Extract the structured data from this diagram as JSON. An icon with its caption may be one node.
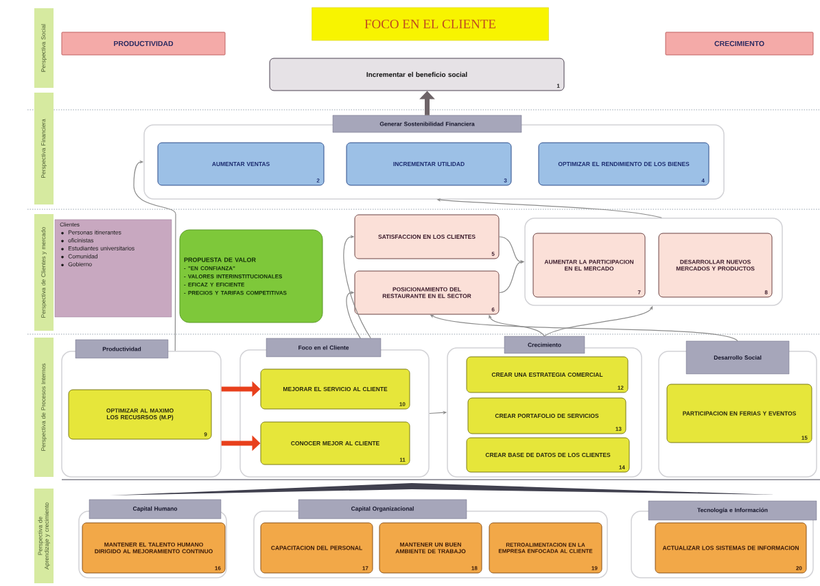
{
  "diagram": {
    "title": "FOCO EN EL CLIENTE",
    "nodes": [
      {
        "text": [
          "Perspectiva Social"
        ]
      },
      {
        "text": [
          "PRODUCTIVIDAD"
        ]
      },
      {
        "text": [
          "CRECIMIENTO"
        ]
      },
      {
        "text": [
          "Incrementar el beneficio social",
          "1"
        ]
      },
      {
        "text": [
          "Perspectiva Financiera"
        ]
      },
      {
        "text": [
          "Generar Sostenibilidad Financiera"
        ]
      },
      {
        "text": [
          "AUMENTAR VENTAS",
          "2"
        ],
        "in": 5
      },
      {
        "text": [
          "INCREMENTAR UTILIDAD",
          "3"
        ],
        "in": 5
      },
      {
        "text": [
          "OPTIMIZAR EL RENDIMIENTO DE LOS BIENES",
          "4"
        ],
        "in": 5
      },
      {
        "text": [
          "Perspectiva de Clientes y mercado"
        ]
      },
      {
        "text": [
          "Clientes",
          "Personas itinerantes",
          "oficinistas",
          "Estudiantes universitarios",
          "Comunidad",
          "Gobierno"
        ]
      },
      {
        "text": [
          "PROPUESTA DE VALOR",
          "- \"EN CONFIANZA\"",
          "- VALORES INTERINSTITUCIONALES",
          "- EFICAZ Y EFICIENTE",
          "- PRECIOS Y TARIFAS COMPETITIVAS"
        ]
      },
      {
        "text": [
          "SATISFACCION EN LOS CLIENTES",
          "5"
        ]
      },
      {
        "text": [
          "POSICIONAMIENTO DEL RESTAURANTE EN EL SECTOR",
          "6"
        ]
      },
      {
        "text": [],
        "shape": "box"
      },
      {
        "text": [
          "AUMENTAR LA PARTICIPACION EN EL MERCADO",
          "7"
        ],
        "in": 14
      },
      {
        "text": [
          "DESARROLLAR NUEVOS MERCADOS Y PRODUCTOS",
          "8"
        ],
        "in": 14
      },
      {
        "text": [
          "Perspectiva de Procesos Internos"
        ]
      },
      {
        "text": [
          "Productividad"
        ]
      },
      {
        "text": [
          "OPTIMIZAR AL MAXIMO LOS RECUSRSOS (M.P)",
          "9"
        ],
        "in": 18
      },
      {
        "text": [
          "Foco en el Cliente"
        ]
      },
      {
        "text": [
          "MEJORAR EL SERVICIO AL CLIENTE",
          "10"
        ],
        "in": 20
      },
      {
        "text": [
          "CONOCER MEJOR AL CLIENTE",
          "11"
        ],
        "in": 20
      },
      {
        "text": [
          "Crecimiento"
        ]
      },
      {
        "text": [
          "CREAR UNA ESTRATEGIA COMERCIAL",
          "12"
        ],
        "in": 23
      },
      {
        "text": [
          "CREAR PORTAFOLIO DE SERVICIOS",
          "13"
        ],
        "in": 23
      },
      {
        "text": [
          "CREAR BASE DE DATOS DE LOS CLIENTES",
          "14"
        ],
        "in": 23
      },
      {
        "text": [
          "Desarrollo Social"
        ]
      },
      {
        "text": [
          "PARTICIPACION EN FERIAS Y EVENTOS",
          "15"
        ],
        "in": 27
      },
      {
        "text": [
          "Perspectiva de Aprendizaje y crecimiento"
        ]
      },
      {
        "text": [
          "Capital Humano"
        ]
      },
      {
        "text": [
          "MANTENER EL TALENTO HUMANO DIRIGIDO AL MEJORAMIENTO CONTINUO",
          "16"
        ],
        "in": 30
      },
      {
        "text": [
          "Capital Organizacional"
        ]
      },
      {
        "text": [
          "CAPACITACION DEL PERSONAL",
          "17"
        ],
        "in": 32
      },
      {
        "text": [
          "MANTENER UN BUEN AMBIENTE DE TRABAJO",
          "18"
        ],
        "in": 32
      },
      {
        "text": [
          "RETROALIMENTACION EN LA EMPRESA ENFOCADA AL CLIENTE",
          "19"
        ],
        "in": 32
      },
      {
        "text": [
          "Tecnología e Información"
        ]
      },
      {
        "text": [
          "ACTUALIZAR LOS SISTEMAS DE INFORMACION",
          "20"
        ],
        "in": 36
      }
    ],
    "edges": [
      {
        "from": 5,
        "to": 3,
        "arrow": "to",
        "style": "thick",
        "color": "#6e6468"
      },
      {
        "from": 18,
        "to": 5,
        "arrow": "to"
      },
      {
        "from": 20,
        "to": 12,
        "arrow": "to"
      },
      {
        "from": 20,
        "to": 13,
        "arrow": "to"
      },
      {
        "from": 12,
        "to": 14,
        "arrow": "to"
      },
      {
        "from": 13,
        "to": 14,
        "arrow": "to"
      },
      {
        "from": 14,
        "to": 5,
        "arrow": "to"
      },
      {
        "from": 23,
        "to": 13,
        "arrow": "to"
      },
      {
        "from": 23,
        "to": 14,
        "arrow": "to"
      },
      {
        "from": 27,
        "to": 13,
        "arrow": "to"
      },
      {
        "from": 20,
        "to": 23,
        "arrow": "to"
      },
      {
        "from": 18,
        "to": 21,
        "arrow": "to",
        "style": "thick",
        "color": "#e8401c"
      },
      {
        "from": 18,
        "to": 22,
        "arrow": "to",
        "style": "thick",
        "color": "#e8401c"
      }
    ]
  }
}
